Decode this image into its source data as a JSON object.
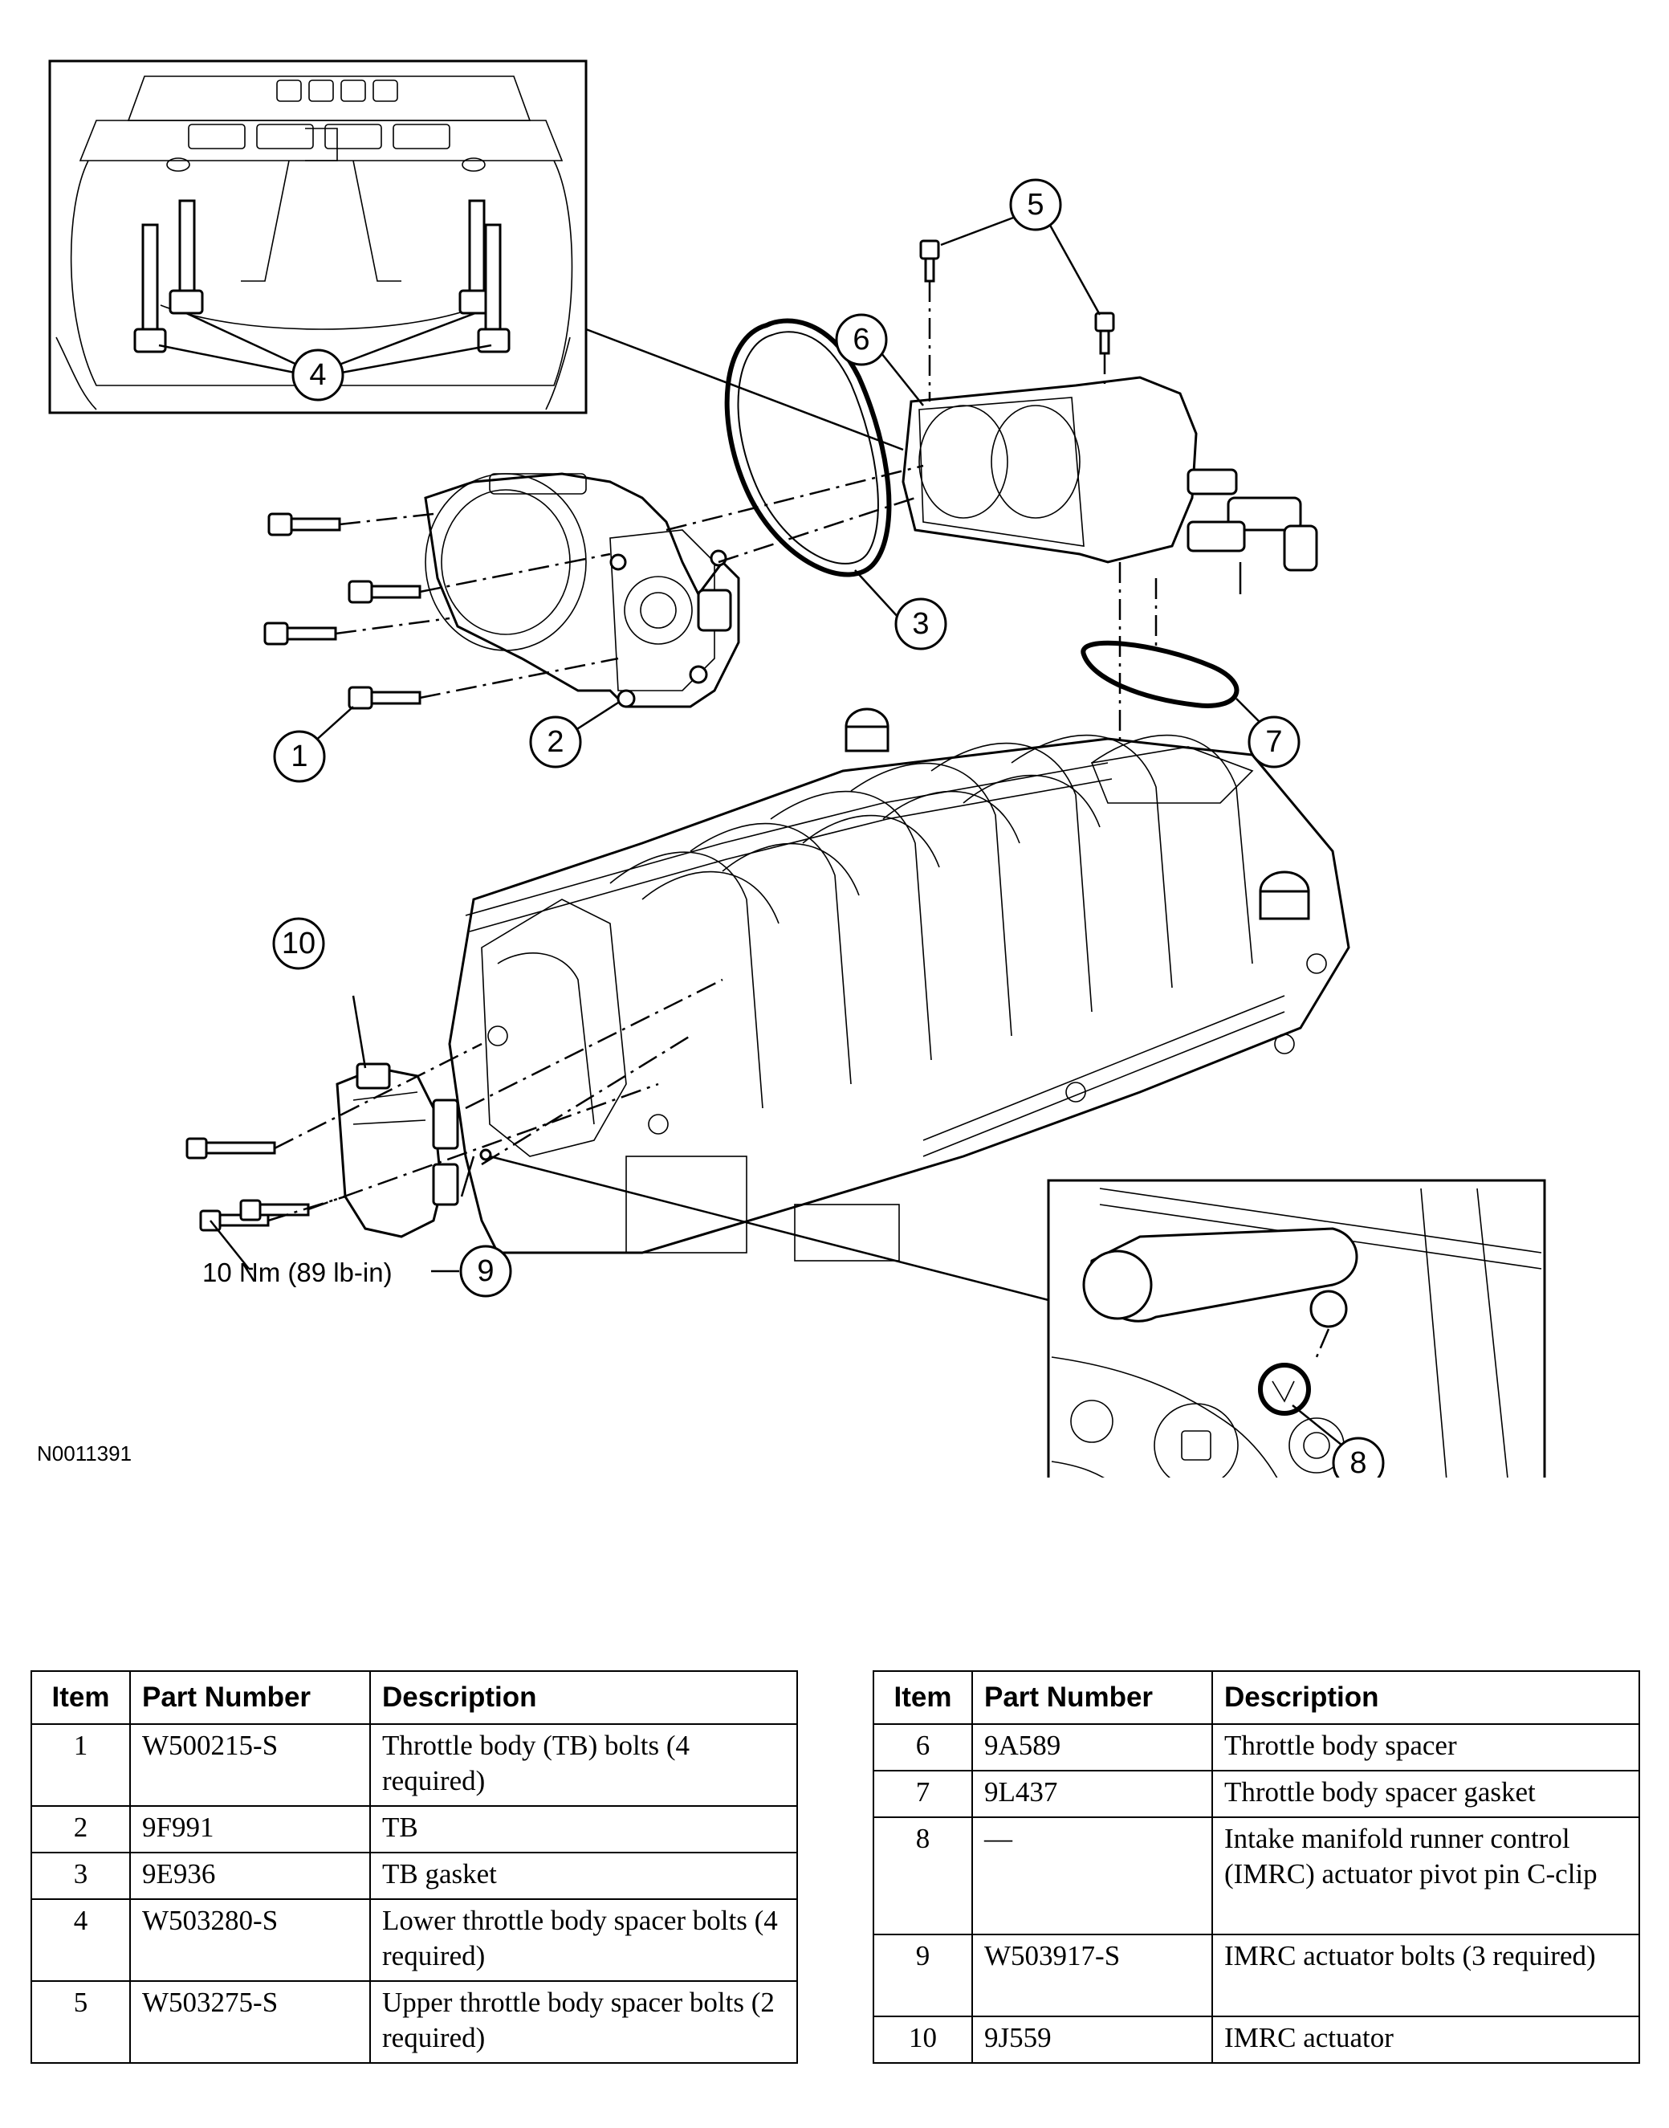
{
  "figure_id": "N0011391",
  "torque_spec": "10 Nm (89 lb-in)",
  "callouts": [
    "1",
    "2",
    "3",
    "4",
    "5",
    "6",
    "7",
    "8",
    "9",
    "10"
  ],
  "table_headers": {
    "item": "Item",
    "part_number": "Part Number",
    "description": "Description"
  },
  "parts_left": [
    {
      "item": "1",
      "part_number": "W500215-S",
      "description": "Throttle body (TB) bolts (4 required)"
    },
    {
      "item": "2",
      "part_number": "9F991",
      "description": "TB"
    },
    {
      "item": "3",
      "part_number": "9E936",
      "description": "TB gasket"
    },
    {
      "item": "4",
      "part_number": "W503280-S",
      "description": "Lower throttle body spacer bolts (4 required)"
    },
    {
      "item": "5",
      "part_number": "W503275-S",
      "description": "Upper throttle body spacer bolts (2 required)"
    }
  ],
  "parts_right": [
    {
      "item": "6",
      "part_number": "9A589",
      "description": "Throttle body spacer"
    },
    {
      "item": "7",
      "part_number": "9L437",
      "description": "Throttle body spacer gasket"
    },
    {
      "item": "8",
      "part_number": "—",
      "description": "Intake manifold runner control (IMRC) actuator pivot pin C-clip"
    },
    {
      "item": "9",
      "part_number": "W503917-S",
      "description": "IMRC actuator bolts (3 required)"
    },
    {
      "item": "10",
      "part_number": "9J559",
      "description": "IMRC actuator"
    }
  ]
}
